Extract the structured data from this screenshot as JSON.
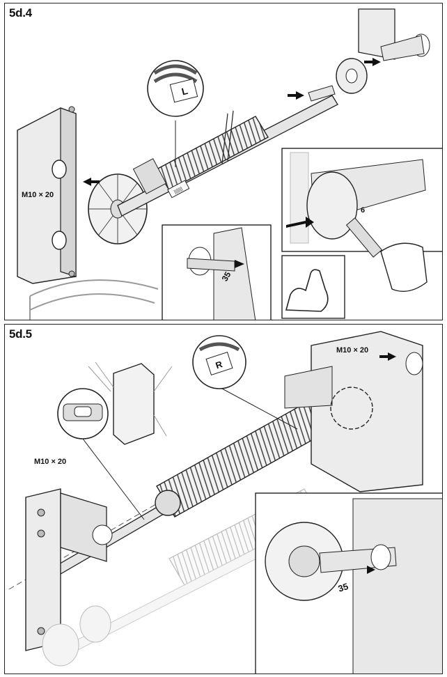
{
  "panels": [
    {
      "step": "5d.4",
      "bolt_label": "M10 × 20",
      "spring_tag": "L",
      "wrench_size": "6",
      "distance": "35",
      "icons": [
        "arrow-icon",
        "flexed-arm-icon",
        "hand-wrench-icon",
        "spring-label-tag-icon"
      ]
    },
    {
      "step": "5d.5",
      "bolt_label_top": "M10 × 20",
      "bolt_label_left": "M10 × 20",
      "spring_tag": "R",
      "distance": "35",
      "icons": [
        "arrow-icon",
        "spirit-level-icon",
        "spring-label-tag-icon"
      ]
    }
  ],
  "colors": {
    "stroke": "#222222",
    "ghost": "#bdbdbd",
    "panel_fill": "#ebebeb",
    "bg": "#ffffff"
  }
}
